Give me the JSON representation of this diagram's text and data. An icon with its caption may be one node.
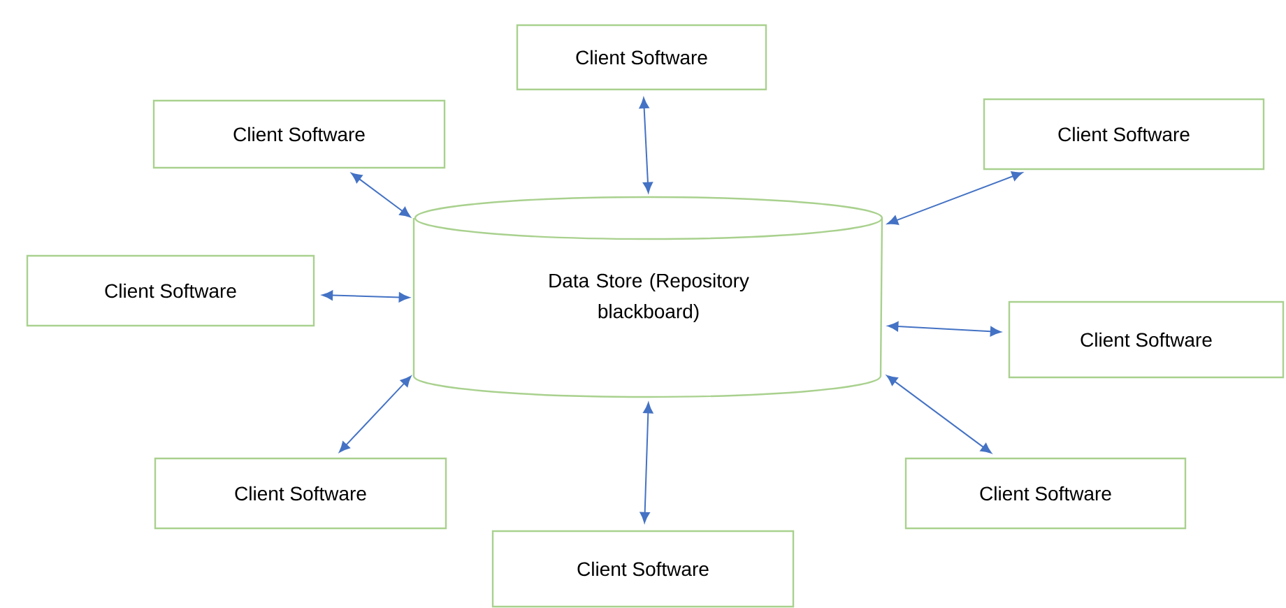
{
  "diagram": {
    "nodes": [
      {
        "text": [
          "Data Store (Repository blackboard)"
        ]
      },
      {
        "text": [
          "Client Software"
        ]
      },
      {
        "text": [
          "Client Software"
        ]
      },
      {
        "text": [
          "Client Software"
        ]
      },
      {
        "text": [
          "Client Software"
        ]
      },
      {
        "text": [
          "Client Software"
        ]
      },
      {
        "text": [
          "Client Software"
        ]
      },
      {
        "text": [
          "Client Software"
        ]
      },
      {
        "text": [
          "Client Software"
        ]
      }
    ],
    "edges": [
      {
        "from": 1,
        "to": 0,
        "arrow": "both"
      },
      {
        "from": 2,
        "to": 0,
        "arrow": "both"
      },
      {
        "from": 3,
        "to": 0,
        "arrow": "both"
      },
      {
        "from": 4,
        "to": 0,
        "arrow": "both"
      },
      {
        "from": 5,
        "to": 0,
        "arrow": "both"
      },
      {
        "from": 6,
        "to": 0,
        "arrow": "both"
      },
      {
        "from": 7,
        "to": 0,
        "arrow": "both"
      },
      {
        "from": 8,
        "to": 0,
        "arrow": "both"
      }
    ]
  }
}
